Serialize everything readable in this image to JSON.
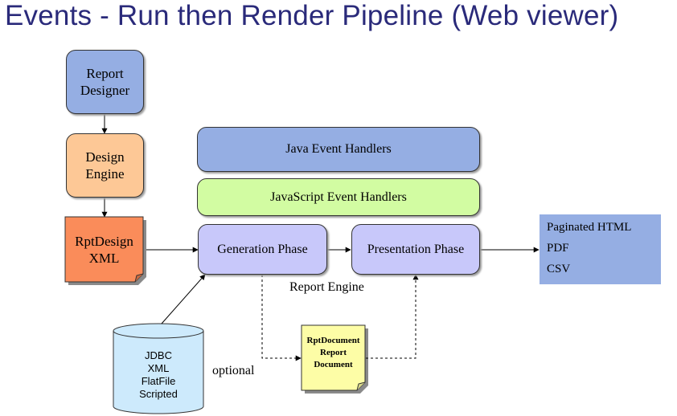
{
  "title": "Events - Run then Render Pipeline (Web viewer)",
  "nodes": {
    "report_designer": {
      "line1": "Report",
      "line2": "Designer",
      "color": "#95aee3"
    },
    "design_engine": {
      "line1": "Design",
      "line2": "Engine",
      "color": "#fdc896"
    },
    "rptdesign": {
      "line1": "RptDesign",
      "line2": "XML",
      "color": "#fa8c5a"
    },
    "java_handlers": {
      "label": "Java Event Handlers",
      "color": "#95aee3"
    },
    "js_handlers": {
      "label": "JavaScript Event Handlers",
      "color": "#d2fca2"
    },
    "generation": {
      "label": "Generation Phase",
      "color": "#c8c8fa"
    },
    "presentation": {
      "label": "Presentation Phase",
      "color": "#c8c8fa"
    },
    "report_engine": {
      "label": "Report Engine"
    },
    "outputs": {
      "items": [
        "Paginated HTML",
        "PDF",
        "CSV"
      ],
      "color": "#95aee3"
    },
    "datasource": {
      "lines": [
        "JDBC",
        "XML",
        "FlatFile",
        "Scripted"
      ],
      "color": "#cdeafc"
    },
    "optional": {
      "label": "optional"
    },
    "rptdocument": {
      "line1": "RptDocument",
      "line2": "Report",
      "line3": "Document",
      "color": "#fdfda6"
    }
  }
}
